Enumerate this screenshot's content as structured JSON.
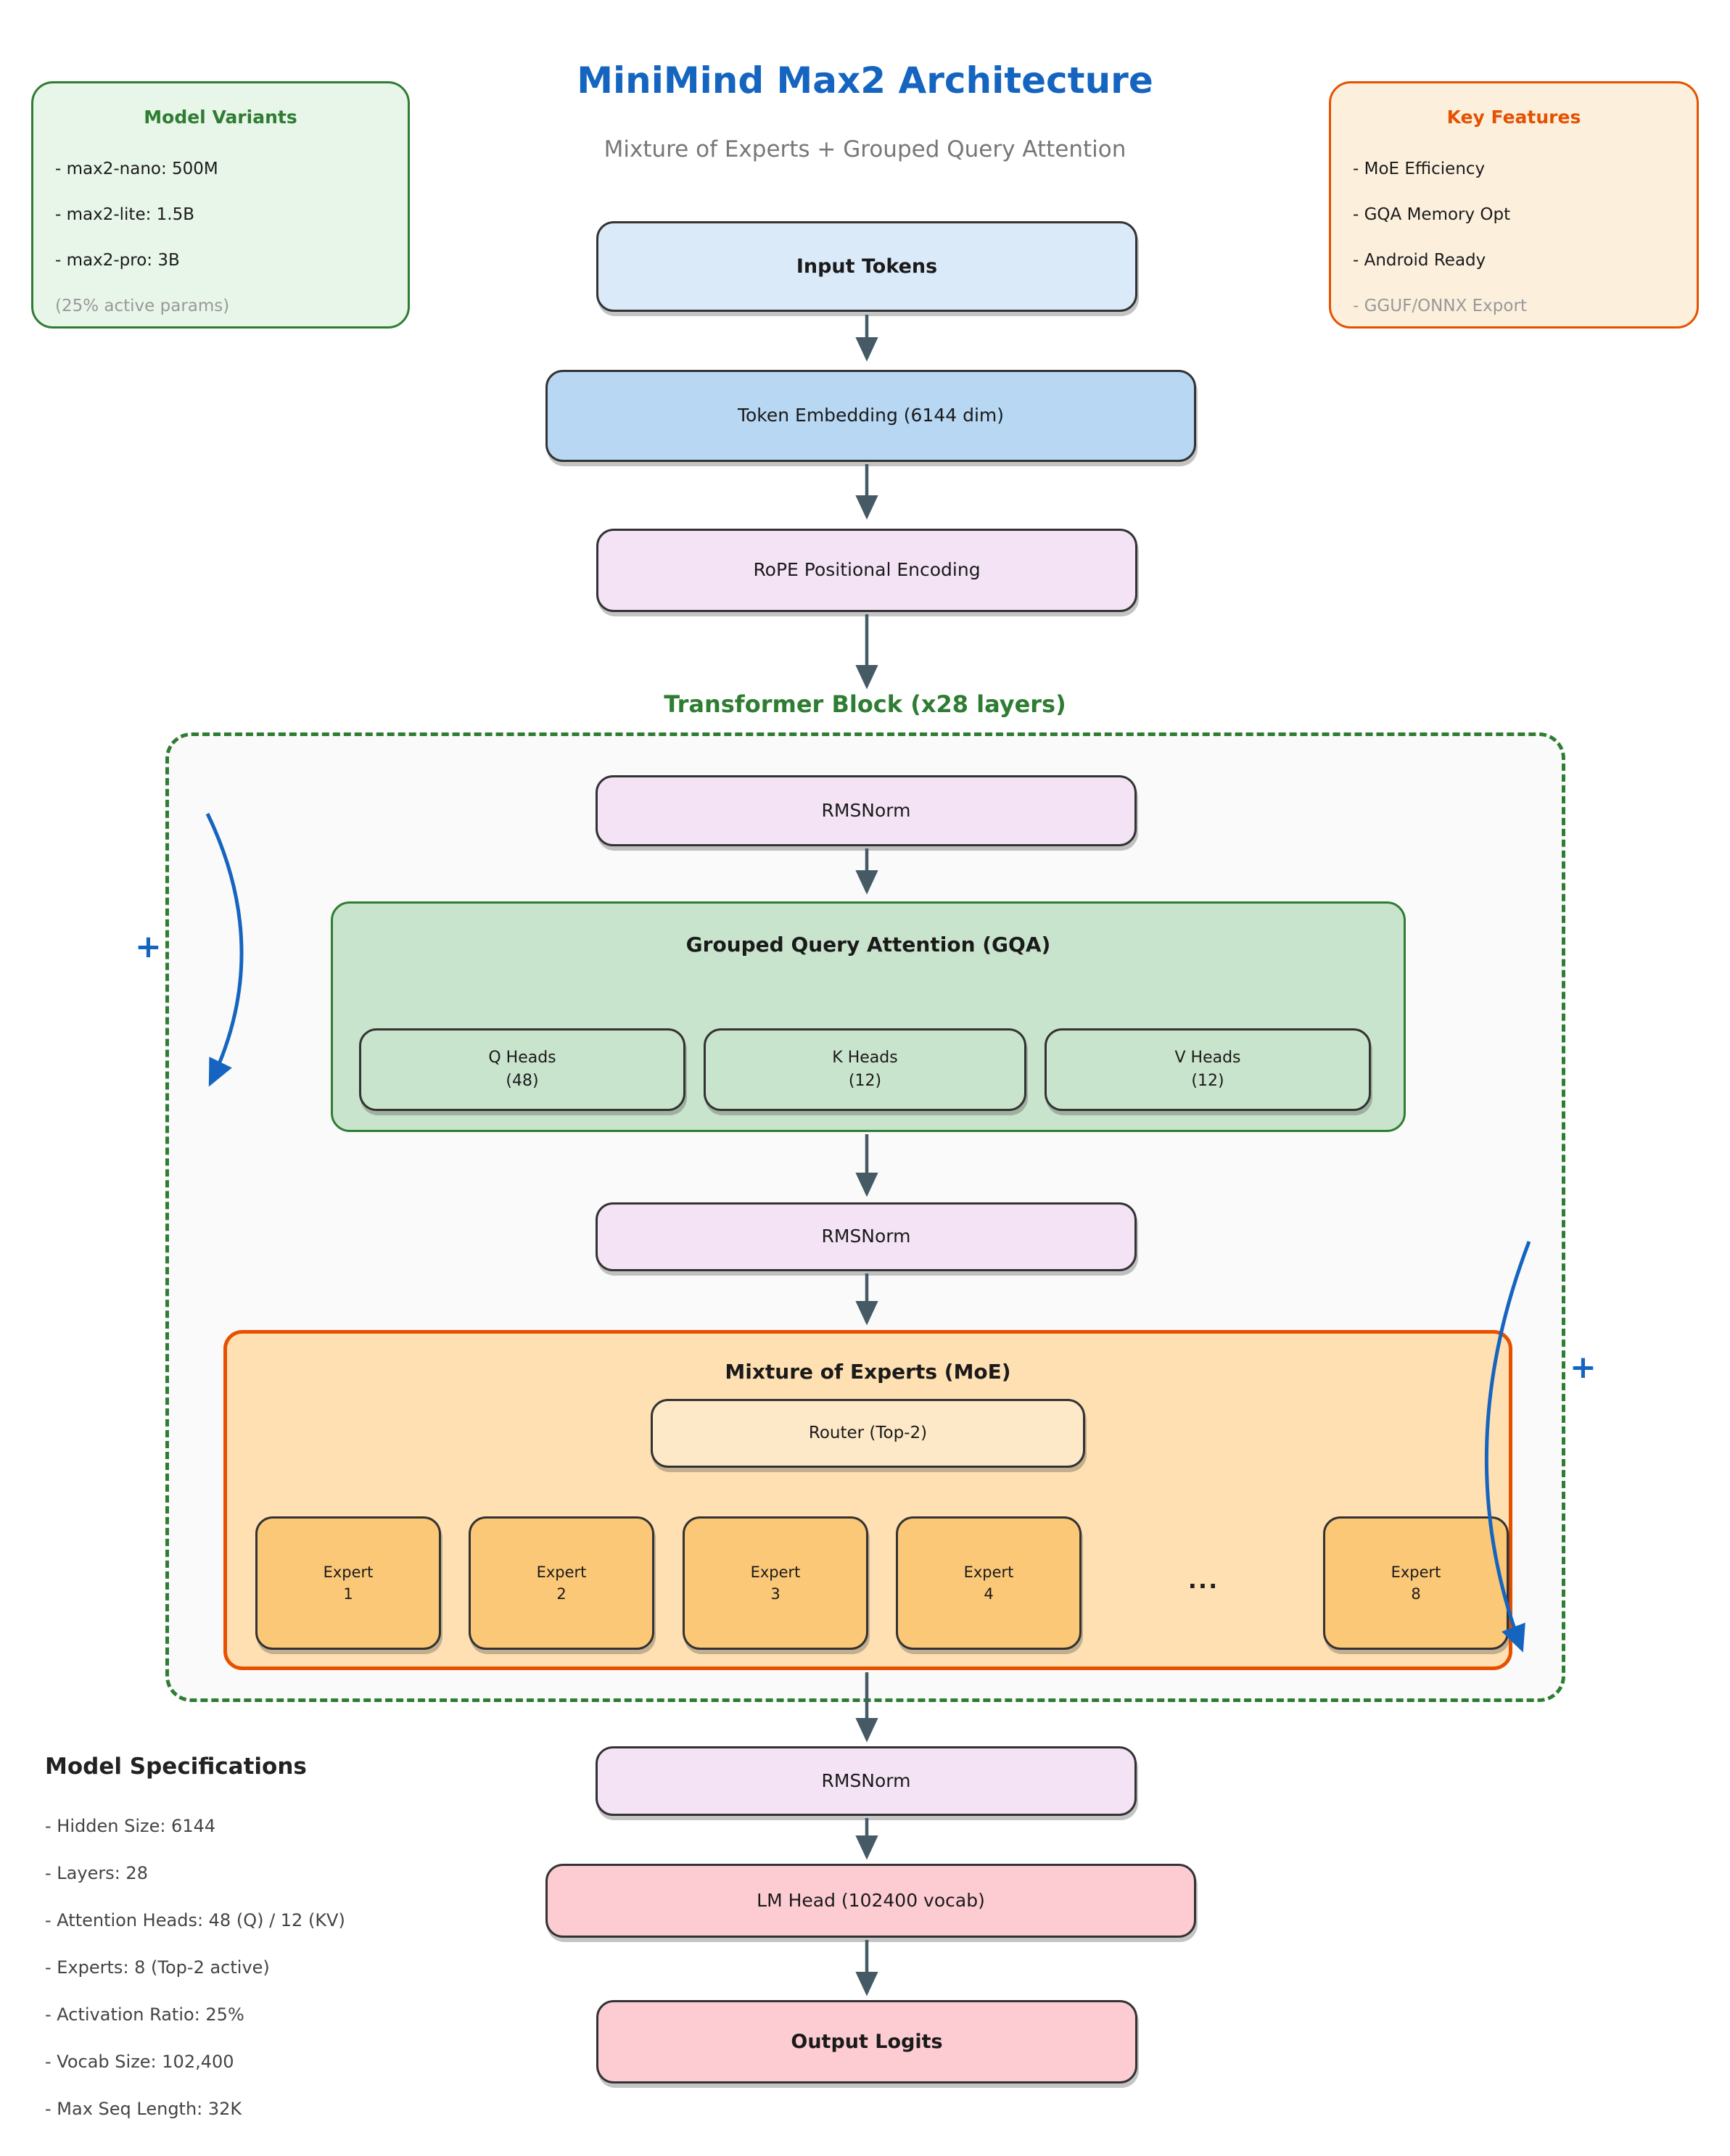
{
  "header": {
    "title": "MiniMind Max2 Architecture",
    "subtitle": "Mixture of Experts + Grouped Query Attention"
  },
  "model_variants": {
    "title": "Model Variants",
    "items": [
      "- max2-nano: 500M",
      "- max2-lite: 1.5B",
      "- max2-pro: 3B"
    ],
    "note": "(25% active params)"
  },
  "key_features": {
    "title": "Key Features",
    "items": [
      "- MoE Efficiency",
      "- GQA Memory Opt",
      "- Android Ready"
    ],
    "note": "- GGUF/ONNX Export"
  },
  "flow": {
    "input_tokens": "Input Tokens",
    "token_embedding": "Token Embedding (6144 dim)",
    "rope": "RoPE Positional Encoding",
    "transformer_block_title": "Transformer Block (x28 layers)",
    "rmsnorm1": "RMSNorm",
    "rmsnorm2": "RMSNorm",
    "rmsnorm3": "RMSNorm",
    "lm_head": "LM Head (102400 vocab)",
    "output_logits": "Output Logits"
  },
  "gqa": {
    "title": "Grouped Query Attention (GQA)",
    "heads": [
      {
        "line1": "Q Heads",
        "line2": "(48)"
      },
      {
        "line1": "K Heads",
        "line2": "(12)"
      },
      {
        "line1": "V Heads",
        "line2": "(12)"
      }
    ]
  },
  "moe": {
    "title": "Mixture of Experts (MoE)",
    "router": "Router (Top-2)",
    "experts": [
      {
        "line1": "Expert",
        "line2": "1"
      },
      {
        "line1": "Expert",
        "line2": "2"
      },
      {
        "line1": "Expert",
        "line2": "3"
      },
      {
        "line1": "Expert",
        "line2": "4"
      },
      {
        "line1": "Expert",
        "line2": "8"
      }
    ],
    "ellipsis": "..."
  },
  "residual": {
    "plus_left": "+",
    "plus_right": "+"
  },
  "model_specifications": {
    "title": "Model Specifications",
    "items": [
      "- Hidden Size: 6144",
      "- Layers: 28",
      "- Attention Heads: 48 (Q) / 12 (KV)",
      "- Experts: 8 (Top-2 active)",
      "- Activation Ratio: 25%",
      "- Vocab Size: 102,400",
      "- Max Seq Length: 32K"
    ]
  },
  "colors": {
    "title_blue": "#1565c0",
    "green_accent": "#2e7d32",
    "orange_accent": "#e65100",
    "arrow_gray": "#455a64",
    "residual_blue": "#1565c0",
    "input_fill": "#dbeaf8",
    "embedding_fill": "#b7d7f2",
    "norm_fill": "#f3e3f5",
    "gqa_fill": "#c9e4cc",
    "moe_fill": "#fee0b3",
    "router_fill": "#fde8c7",
    "expert_fill": "#fbc878",
    "lm_head_fill": "#fdccd3",
    "block_fill": "#fafafa",
    "variants_fill": "#e8f5e9",
    "features_fill": "#fcf0dd"
  }
}
